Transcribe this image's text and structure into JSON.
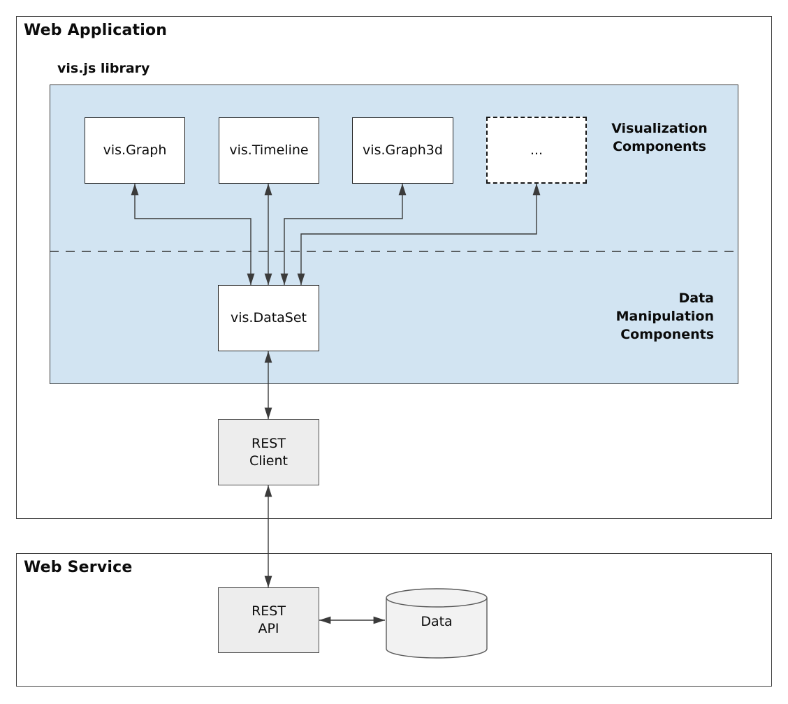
{
  "web_application": {
    "title": "Web Application"
  },
  "web_service": {
    "title": "Web Service"
  },
  "library": {
    "title": "vis.js library",
    "visualization_label": "Visualization\nComponents",
    "data_manipulation_label": "Data\nManipulation\nComponents",
    "components": [
      {
        "id": "graph",
        "label": "vis.Graph"
      },
      {
        "id": "timeline",
        "label": "vis.Timeline"
      },
      {
        "id": "graph3d",
        "label": "vis.Graph3d"
      },
      {
        "id": "more",
        "label": "..."
      }
    ],
    "dataset_label": "vis.DataSet"
  },
  "rest_client_label": "REST\nClient",
  "rest_api_label": "REST\nAPI",
  "data_store_label": "Data",
  "colors": {
    "library_fill": "#d2e4f2",
    "library_border": "#3a3a3a",
    "node_fill": "#ffffff",
    "node_border": "#242424",
    "gray_node_fill": "#ededed",
    "gray_node_border": "#4d4d4d",
    "cylinder_fill": "#f2f2f2",
    "cylinder_border": "#5a5a5a",
    "arrow_color": "#3b3b3b",
    "outer_border": "#3f3f3f",
    "text_color": "#0b0b0b"
  }
}
